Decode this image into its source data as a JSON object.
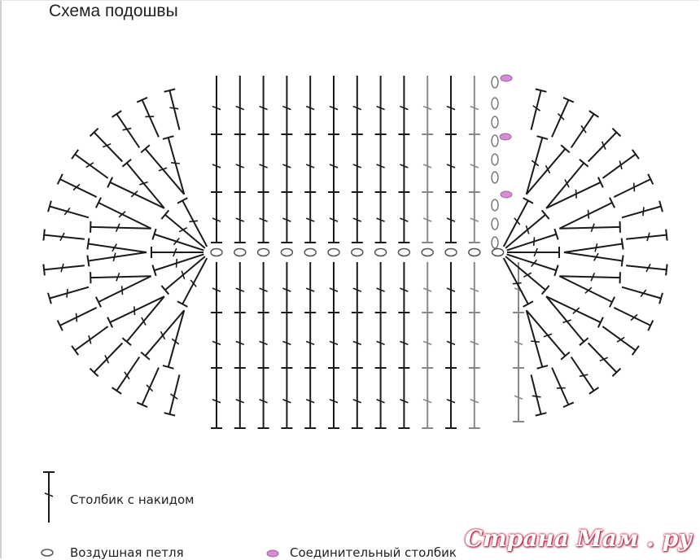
{
  "title": "Схема подошвы",
  "legend": {
    "dc": "Столбик с накидом",
    "ch": "Воздушная петля",
    "sl": "Соединительный столбик"
  },
  "watermark": "Страна Мам . ру",
  "colors": {
    "stitch_dark": "#1a1a1a",
    "stitch_grey": "#888888",
    "slip_stitch_fill": "#d48fd4",
    "background": "#ffffff"
  },
  "icons": {
    "dc": "double-crochet-symbol-icon",
    "ch": "chain-oval-icon",
    "sl": "slip-stitch-oval-icon"
  }
}
